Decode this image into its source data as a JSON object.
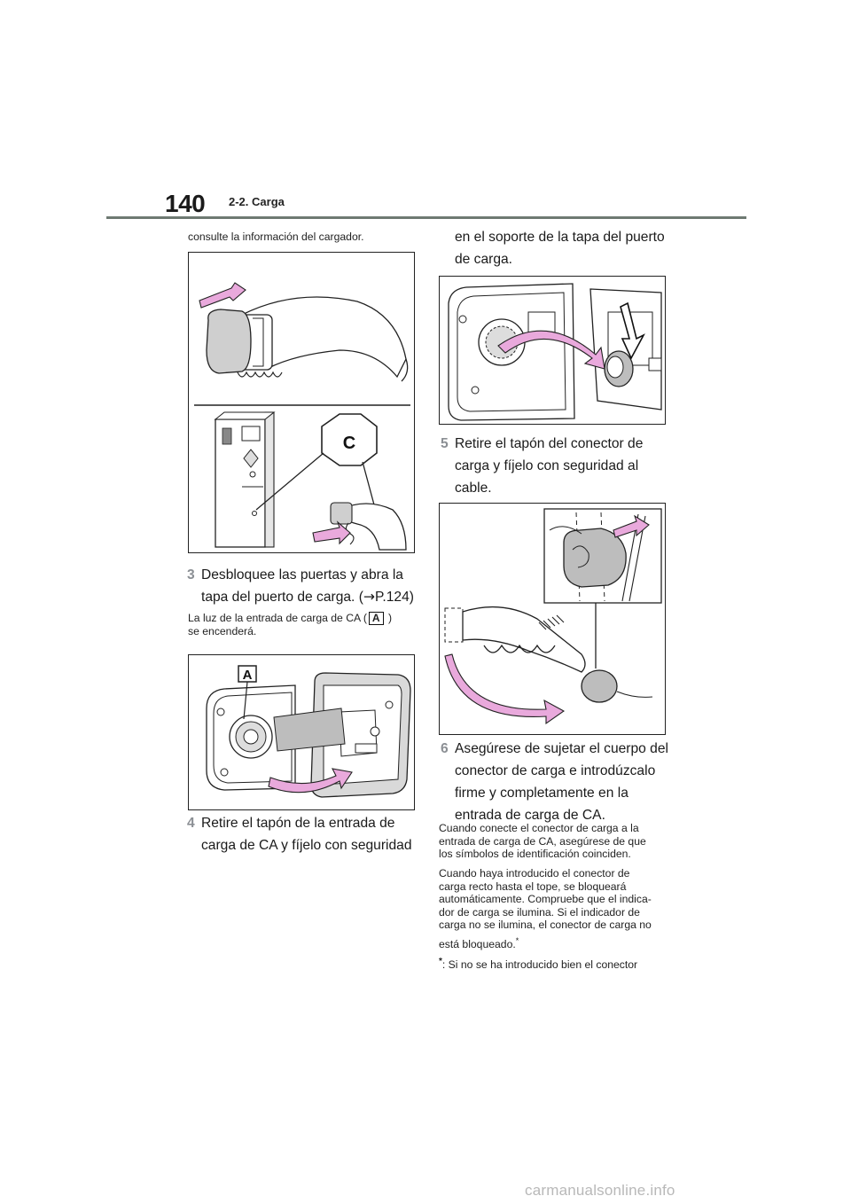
{
  "header": {
    "page_number": "140",
    "section": "2-2. Carga"
  },
  "left": {
    "intro_text": "consulte la información del cargador.",
    "step3": {
      "number": "3",
      "line1": "Desbloquee las puertas y abra la",
      "line2": "tapa del puerto de carga. (",
      "ref_arrow": "→",
      "ref_page": "P.124)"
    },
    "note_line1_before": "La luz de la entrada de carga de CA (",
    "note_box_label": "A",
    "note_line1_after": " )",
    "note_line2": "se encenderá.",
    "step4": {
      "number": "4",
      "line1": "Retire el tapón de la entrada de",
      "line2": "carga de CA y fíjelo con seguridad"
    }
  },
  "right": {
    "cont_line1": "en el soporte de la tapa del puerto",
    "cont_line2": "de carga.",
    "step5": {
      "number": "5",
      "line1": "Retire el tapón del conector de",
      "line2": "carga y fíjelo con seguridad al",
      "line3": "cable."
    },
    "step6": {
      "number": "6",
      "line1": "Asegúrese de sujetar el cuerpo del",
      "line2": "conector de carga e introdúzcalo",
      "line3": "firme y completamente en la",
      "line4": "entrada de carga de CA."
    },
    "para1": [
      "Cuando conecte el conector de carga a la",
      "entrada de carga de CA, asegúrese de que",
      "los símbolos de identificación coinciden."
    ],
    "para2": [
      "Cuando haya introducido el conector de",
      "carga recto hasta el tope, se bloqueará",
      "automáticamente. Compruebe que el indica-",
      "dor de carga se ilumina. Si el indicador de",
      "carga no se ilumina, el conector de carga no",
      "está bloqueado."
    ],
    "para2_sup": "*",
    "footnote_mark": "*",
    "footnote_text": ":  Si no se ha introducido bien el conector"
  },
  "figures": {
    "fig1_callout": "C",
    "fig2_callout": "A"
  },
  "watermark": "carmanualsonline.info",
  "colors": {
    "arrow_pink": "#e9a9dc",
    "gray_fill": "#cfcfcf",
    "rule": "#6e7a72"
  }
}
